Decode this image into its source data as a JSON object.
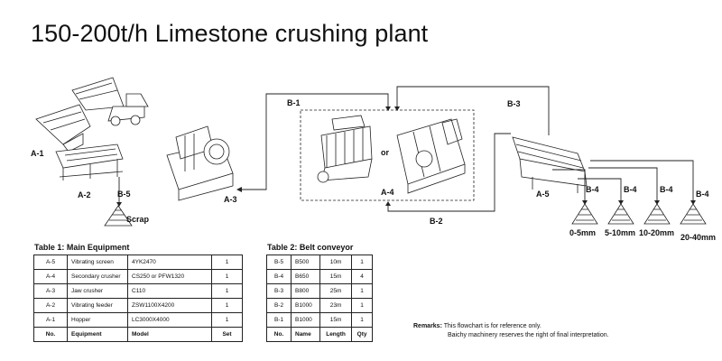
{
  "title": "150-200t/h Limestone crushing plant",
  "labels": {
    "a1": "A-1",
    "a2": "A-2",
    "a3": "A-3",
    "a4": "A-4",
    "a5": "A-5",
    "b1": "B-1",
    "b2": "B-2",
    "b3": "B-3",
    "b5": "B-5",
    "b4_1": "B-4",
    "b4_2": "B-4",
    "b4_3": "B-4",
    "b4_4": "B-4",
    "or": "or",
    "scrap": "Scrap"
  },
  "products": [
    "0-5mm",
    "5-10mm",
    "10-20mm",
    "20-40mm"
  ],
  "table1": {
    "title": "Table 1: Main Equipment",
    "rows": [
      {
        "no": "A-5",
        "equipment": "Vibrating screen",
        "model": "4YK2470",
        "set": "1"
      },
      {
        "no": "A-4",
        "equipment": "Secondary crusher",
        "model": "CS250 or PFW1320",
        "set": "1"
      },
      {
        "no": "A-3",
        "equipment": "Jaw crusher",
        "model": "C110",
        "set": "1"
      },
      {
        "no": "A-2",
        "equipment": "Vibrating feeder",
        "model": "ZSW1100X4200",
        "set": "1"
      },
      {
        "no": "A-1",
        "equipment": "Hopper",
        "model": "LC3000X4000",
        "set": "1"
      }
    ],
    "header": {
      "no": "No.",
      "equipment": "Equipment",
      "model": "Model",
      "set": "Set"
    }
  },
  "table2": {
    "title": "Table 2: Belt conveyor",
    "rows": [
      {
        "no": "B-5",
        "name": "B500",
        "length": "10m",
        "qty": "1"
      },
      {
        "no": "B-4",
        "name": "B650",
        "length": "15m",
        "qty": "4"
      },
      {
        "no": "B-3",
        "name": "B800",
        "length": "25m",
        "qty": "1"
      },
      {
        "no": "B-2",
        "name": "B1000",
        "length": "23m",
        "qty": "1"
      },
      {
        "no": "B-1",
        "name": "B1000",
        "length": "15m",
        "qty": "1"
      }
    ],
    "header": {
      "no": "No.",
      "name": "Name",
      "length": "Length",
      "qty": "Qty"
    }
  },
  "remarks": {
    "label": "Remarks:",
    "line1": "This flowchart is for reference only.",
    "line2": "Baichy machinery reserves the right of final interpretation."
  }
}
